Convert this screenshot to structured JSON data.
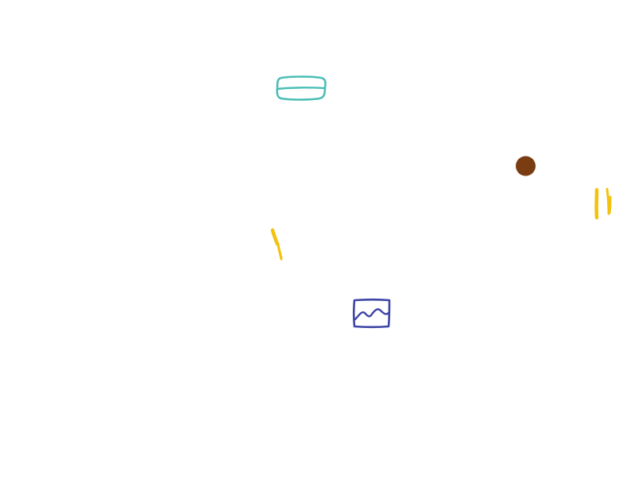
{
  "canvas": {
    "background": "#ffffff"
  },
  "doodles": {
    "teal_box": {
      "icon": "rounded-rectangle-doodle",
      "color": "#4bbfb6"
    },
    "brown_dot": {
      "icon": "filled-circle-doodle",
      "color": "#7a3d12"
    },
    "yellow_marks_right": {
      "icon": "double-stroke-doodle",
      "color": "#f2c20f"
    },
    "yellow_mark_left": {
      "icon": "single-stroke-doodle",
      "color": "#f2c20f"
    },
    "blue_picture": {
      "icon": "picture-frame-doodle",
      "color": "#3d45a5"
    }
  }
}
